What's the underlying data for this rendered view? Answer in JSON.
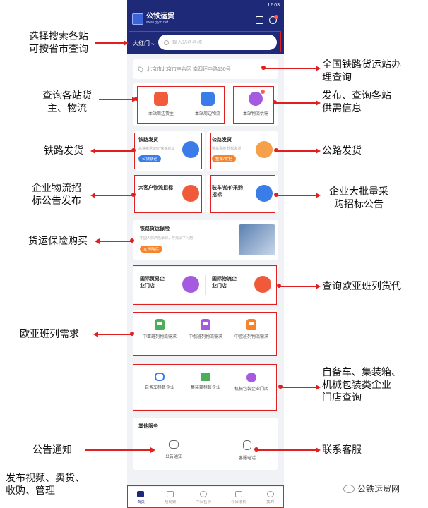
{
  "status": {
    "left": "",
    "time": "12:03"
  },
  "app": {
    "brand_name": "公铁运贸",
    "brand_url": "www.gtym.net"
  },
  "search": {
    "city": "大红门",
    "placeholder": "输入站名名称"
  },
  "location": {
    "text": "北京市北京市丰台区 南四环中路130号"
  },
  "station_services": {
    "items": [
      "本站周边货主",
      "本站周边物流",
      "本站物流供需"
    ],
    "colors": [
      "#f25a3c",
      "#3a7de8",
      "#a55be0"
    ]
  },
  "tiles": {
    "rail": {
      "title": "铁路发货",
      "sub": "高速推送运价 快速成交",
      "pill": "公铁联运"
    },
    "road": {
      "title": "公路发货",
      "sub": "整车零担 轻松发货",
      "pill": "整车/零担"
    },
    "big_client": {
      "title": "大客户物流招标"
    },
    "ship": {
      "title": "装车/船价采购招标"
    }
  },
  "insurance": {
    "title": "铁路货运保险",
    "sub": "中国人保产险承保，万元以下闪赔",
    "button": "立即购买"
  },
  "intl": {
    "trade": "国际贸易企业门店",
    "logistics": "国际物流企业门店"
  },
  "rail_lines": {
    "items": [
      "中亚班列物流需求",
      "中俄班列物流需求",
      "中欧班列物流需求"
    ]
  },
  "equipment": {
    "items": [
      "自备车租售企业",
      "集装箱租售企业",
      "机械包装企业门店"
    ]
  },
  "other": {
    "title": "其他服务",
    "items": [
      "公告通知",
      "客服电话"
    ]
  },
  "tabbar": {
    "items": [
      "首页",
      "短视频",
      "今日售价",
      "今日收价",
      "我的"
    ]
  },
  "annotations": {
    "search": "选择搜索各站\n可按省市查询",
    "station_query": "全国铁路货运站办\n理查询",
    "cargo": "查询各站货\n主、物流",
    "supply": "发布、查询各站\n供需信息",
    "rail": "铁路发货",
    "road": "公路发货",
    "tender": "企业物流招\n标公告发布",
    "bulk": "企业大批量采\n购招标公告",
    "insurance": "货运保险购买",
    "eurasia": "查询欧亚班列货代",
    "rail_demand": "欧亚班列需求",
    "equipment": "自备车、集装箱、\n机械包装类企业\n门店查询",
    "notice": "公告通知",
    "service": "联系客服",
    "video": "发布视频、卖货、\n收购、管理"
  },
  "watermark": "公铁运贸网"
}
